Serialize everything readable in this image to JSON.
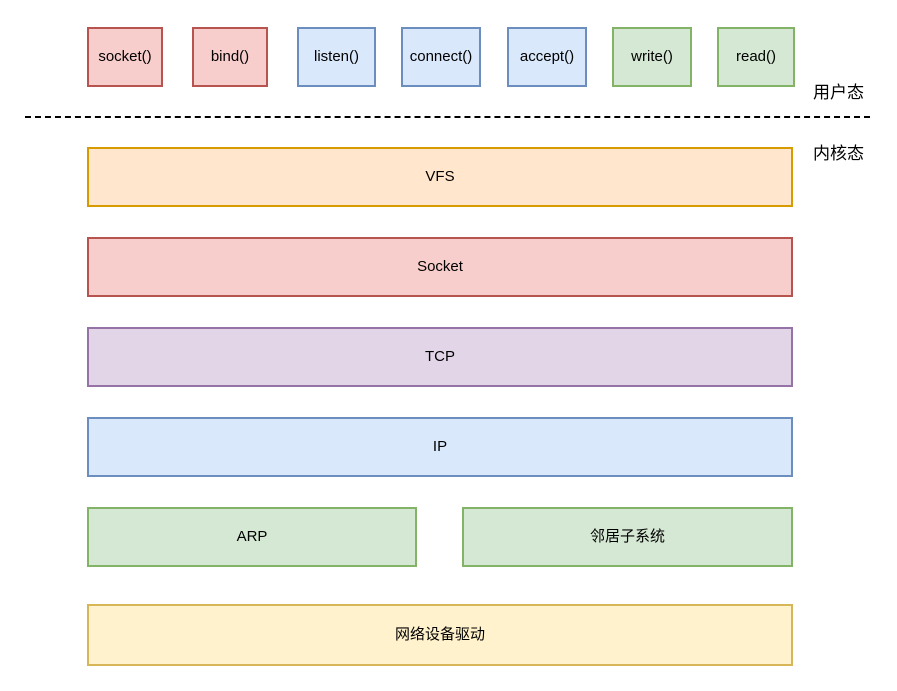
{
  "labels": {
    "user_mode": "用户态",
    "kernel_mode": "内核态"
  },
  "syscalls": [
    {
      "label": "socket()",
      "color": "red"
    },
    {
      "label": "bind()",
      "color": "red"
    },
    {
      "label": "listen()",
      "color": "blue"
    },
    {
      "label": "connect()",
      "color": "blue"
    },
    {
      "label": "accept()",
      "color": "blue"
    },
    {
      "label": "write()",
      "color": "green"
    },
    {
      "label": "read()",
      "color": "green"
    }
  ],
  "layers": [
    {
      "label": "VFS",
      "color": "orange"
    },
    {
      "label": "Socket",
      "color": "red"
    },
    {
      "label": "TCP",
      "color": "purple"
    },
    {
      "label": "IP",
      "color": "blue"
    },
    {
      "label": "ARP",
      "color": "green"
    },
    {
      "label": "邻居子系统",
      "color": "green"
    },
    {
      "label": "网络设备驱动",
      "color": "yellow"
    }
  ],
  "palette": {
    "red": {
      "fill": "#f8cecc",
      "stroke": "#b85450"
    },
    "blue": {
      "fill": "#dae8fc",
      "stroke": "#6c8ebf"
    },
    "green": {
      "fill": "#d5e8d4",
      "stroke": "#82b366"
    },
    "orange": {
      "fill": "#ffe6cc",
      "stroke": "#d79b00"
    },
    "purple": {
      "fill": "#e1d5e7",
      "stroke": "#9673a6"
    },
    "yellow": {
      "fill": "#fff2cc",
      "stroke": "#d6b656"
    }
  }
}
